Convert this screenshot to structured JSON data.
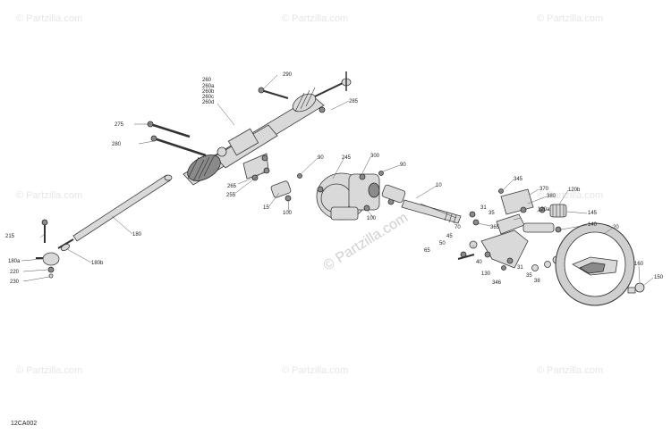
{
  "diagram": {
    "ref_code": "12CA002",
    "watermark_text": "© Partzilla.com",
    "center_watermark": "© Partzilla.com",
    "labels": [
      {
        "id": "290",
        "text": "290"
      },
      {
        "id": "260",
        "text": "260"
      },
      {
        "id": "260a",
        "text": "260a"
      },
      {
        "id": "260b",
        "text": "260b"
      },
      {
        "id": "260c",
        "text": "260c"
      },
      {
        "id": "260d",
        "text": "260d"
      },
      {
        "id": "285",
        "text": "285"
      },
      {
        "id": "275",
        "text": "275"
      },
      {
        "id": "280",
        "text": "280"
      },
      {
        "id": "90a",
        "text": "90"
      },
      {
        "id": "245",
        "text": "245"
      },
      {
        "id": "300",
        "text": "300"
      },
      {
        "id": "90b",
        "text": "90"
      },
      {
        "id": "265",
        "text": "265"
      },
      {
        "id": "255",
        "text": "255"
      },
      {
        "id": "15",
        "text": "15"
      },
      {
        "id": "100a",
        "text": "100"
      },
      {
        "id": "100b",
        "text": "100"
      },
      {
        "id": "10",
        "text": "10"
      },
      {
        "id": "345",
        "text": "345"
      },
      {
        "id": "370",
        "text": "370"
      },
      {
        "id": "380",
        "text": "380"
      },
      {
        "id": "120b",
        "text": "120b"
      },
      {
        "id": "31a",
        "text": "31"
      },
      {
        "id": "35a",
        "text": "35"
      },
      {
        "id": "70",
        "text": "70"
      },
      {
        "id": "365",
        "text": "365"
      },
      {
        "id": "120a",
        "text": "120a"
      },
      {
        "id": "145",
        "text": "145"
      },
      {
        "id": "140",
        "text": "140"
      },
      {
        "id": "20",
        "text": "20"
      },
      {
        "id": "45",
        "text": "45"
      },
      {
        "id": "50",
        "text": "50"
      },
      {
        "id": "65",
        "text": "65"
      },
      {
        "id": "40",
        "text": "40"
      },
      {
        "id": "31b",
        "text": "31"
      },
      {
        "id": "35b",
        "text": "35"
      },
      {
        "id": "130",
        "text": "130"
      },
      {
        "id": "346",
        "text": "346"
      },
      {
        "id": "38",
        "text": "38"
      },
      {
        "id": "160",
        "text": "160"
      },
      {
        "id": "150",
        "text": "150"
      },
      {
        "id": "215",
        "text": "215"
      },
      {
        "id": "180",
        "text": "180"
      },
      {
        "id": "180a",
        "text": "180a"
      },
      {
        "id": "180b",
        "text": "180b"
      },
      {
        "id": "220",
        "text": "220"
      },
      {
        "id": "230",
        "text": "230"
      }
    ]
  }
}
